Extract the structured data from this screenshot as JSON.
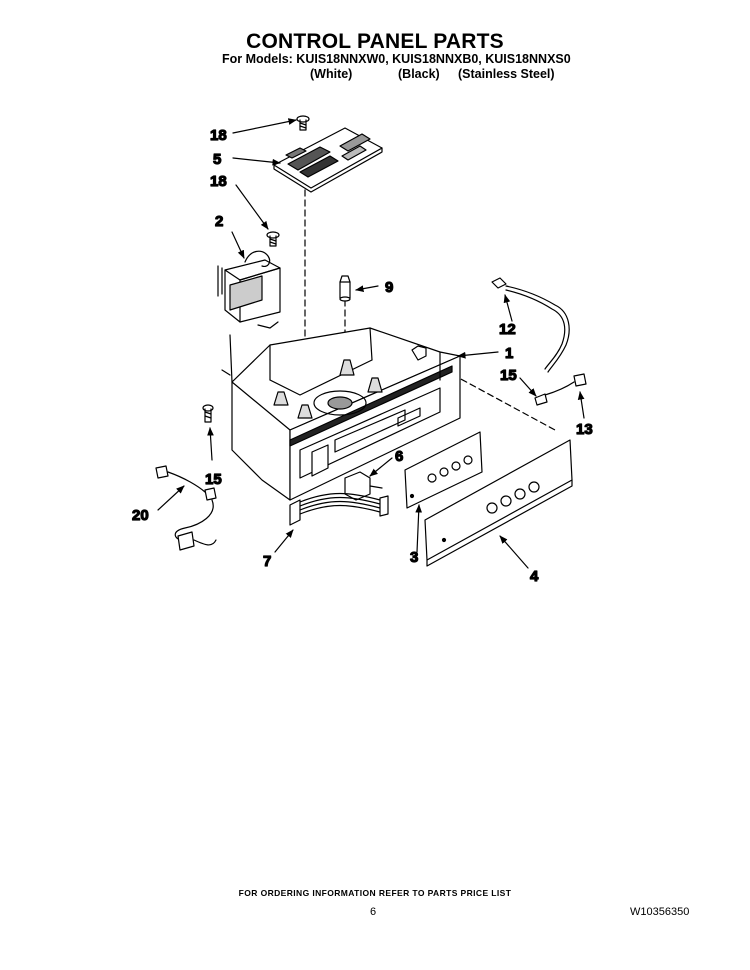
{
  "header": {
    "title": "CONTROL PANEL PARTS",
    "models_line": "For Models: KUIS18NNXW0, KUIS18NNXB0, KUIS18NNXS0",
    "finishes": [
      "(White)",
      "(Black)",
      "(Stainless Steel)"
    ]
  },
  "diagram": {
    "callouts": [
      "18",
      "5",
      "18",
      "2",
      "9",
      "12",
      "1",
      "15",
      "13",
      "15",
      "6",
      "20",
      "7",
      "3",
      "4"
    ]
  },
  "footer": {
    "ordering_note": "FOR ORDERING INFORMATION REFER TO PARTS PRICE LIST",
    "page_number": "6",
    "document_number": "W10356350"
  }
}
